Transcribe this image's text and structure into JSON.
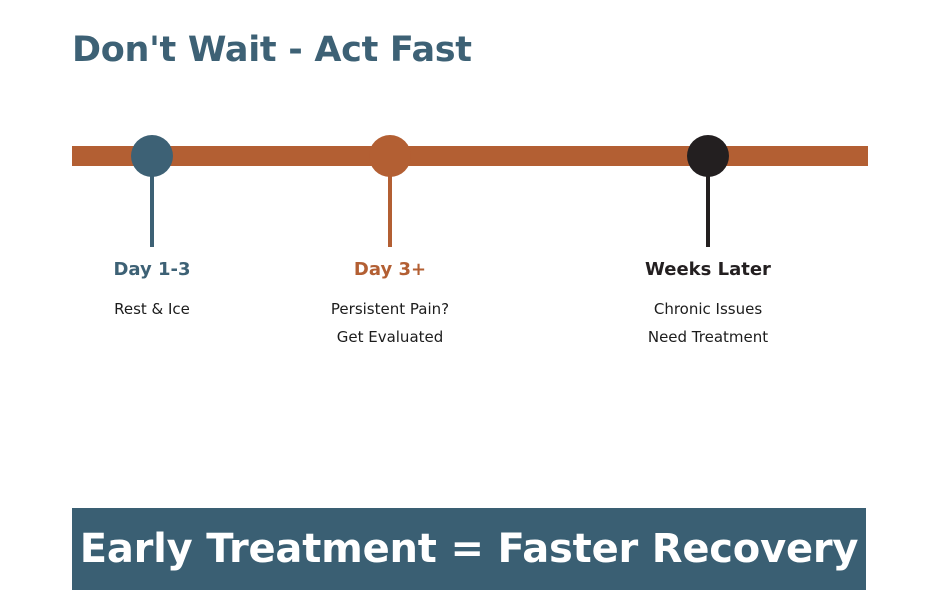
{
  "title": "Don't Wait - Act Fast",
  "colors": {
    "slate": "#3d6175",
    "rust": "#b35f33",
    "ink": "#231f20",
    "banner_bg": "#3a5f73",
    "banner_text": "#ffffff",
    "page_bg": "#ffffff"
  },
  "timeline": {
    "bar_color": "#b35f33",
    "milestones": [
      {
        "label": "Day 1-3",
        "label_color": "#3d6175",
        "marker_color": "#3d6175",
        "desc_lines": [
          "Rest & Ice"
        ]
      },
      {
        "label": "Day 3+",
        "label_color": "#b35f33",
        "marker_color": "#b35f33",
        "desc_lines": [
          "Persistent Pain?",
          "Get Evaluated"
        ]
      },
      {
        "label": "Weeks Later",
        "label_color": "#231f20",
        "marker_color": "#231f20",
        "desc_lines": [
          "Chronic Issues",
          "Need Treatment"
        ]
      }
    ]
  },
  "banner": {
    "text": "Early Treatment = Faster Recovery"
  }
}
